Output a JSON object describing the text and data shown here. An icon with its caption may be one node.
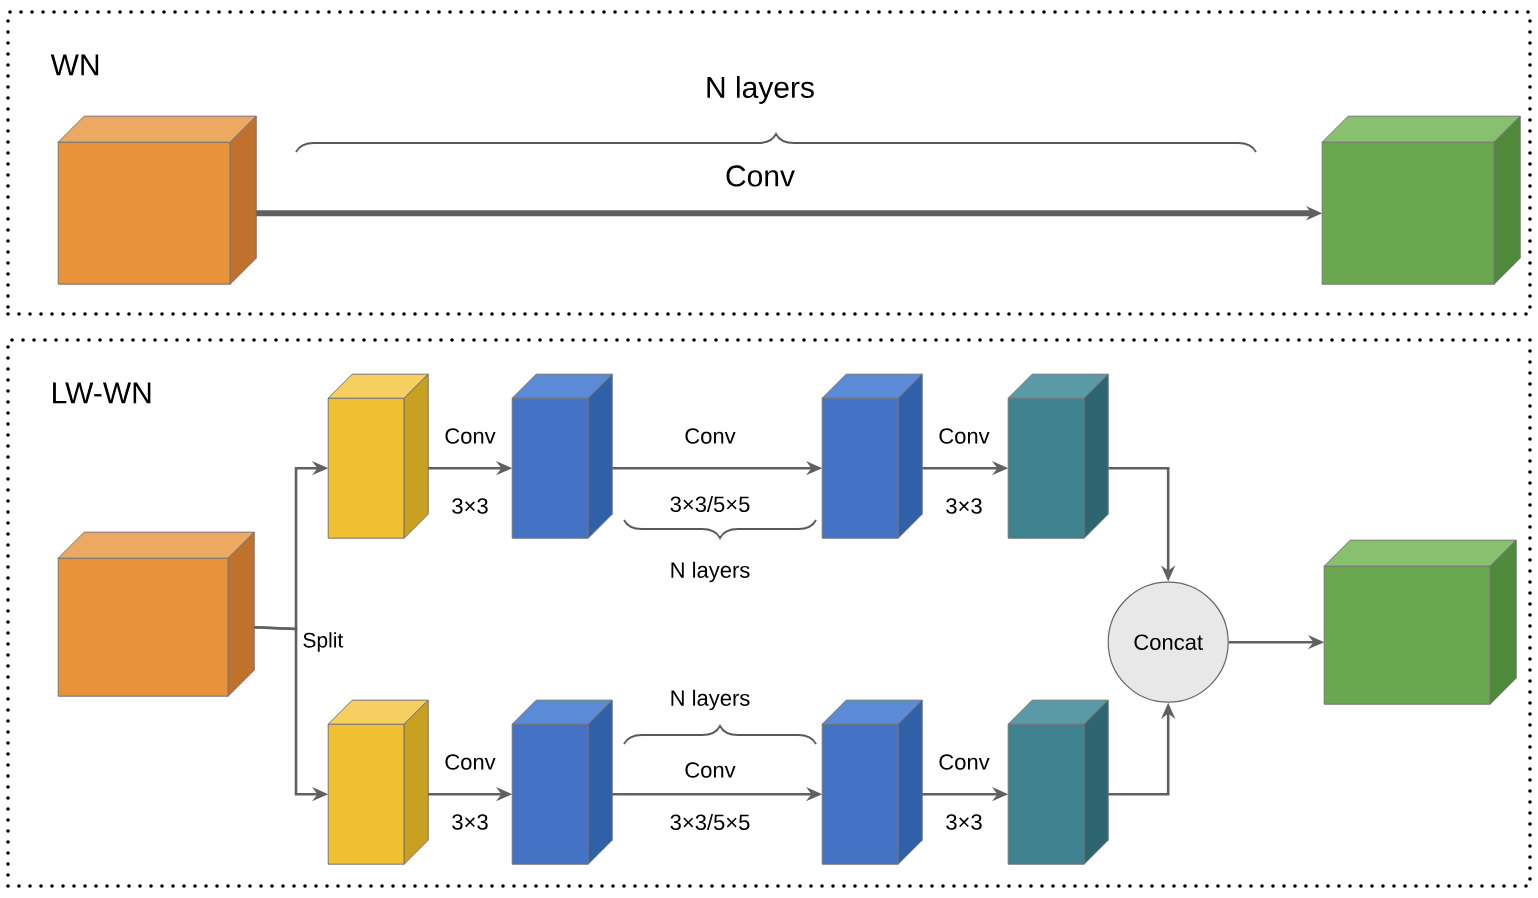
{
  "diagram": {
    "nodes": [
      {
        "text": [
          "WN"
        ]
      },
      {
        "text": [],
        "shape": "box",
        "in": 0
      },
      {
        "text": [],
        "shape": "box",
        "in": 0
      },
      {
        "text": [
          "LW-WN"
        ]
      },
      {
        "text": [],
        "shape": "box",
        "in": 3
      },
      {
        "text": [],
        "shape": "box",
        "in": 3
      },
      {
        "text": [],
        "shape": "box",
        "in": 3
      },
      {
        "text": [],
        "shape": "box",
        "in": 3
      },
      {
        "text": [],
        "shape": "box",
        "in": 3
      },
      {
        "text": [
          "Concat"
        ],
        "in": 3
      },
      {
        "text": [],
        "shape": "box",
        "in": 3
      },
      {
        "text": [],
        "shape": "box",
        "in": 3
      },
      {
        "text": [],
        "shape": "box",
        "in": 3
      },
      {
        "text": [],
        "shape": "box",
        "in": 3
      },
      {
        "text": [],
        "shape": "box",
        "in": 3
      }
    ],
    "edges": [
      {
        "from": 1,
        "to": 2,
        "arrow": "to",
        "label": "Conv",
        "style": "thick"
      },
      {
        "from": 4,
        "to": 5,
        "arrow": "to",
        "label": "Split"
      },
      {
        "from": 4,
        "to": 11,
        "arrow": "to"
      },
      {
        "from": 5,
        "to": 6,
        "arrow": "to",
        "label": "Conv"
      },
      {
        "from": 6,
        "to": 7,
        "arrow": "to",
        "label": "Conv"
      },
      {
        "from": 7,
        "to": 8,
        "arrow": "to",
        "label": "Conv"
      },
      {
        "from": 8,
        "to": 9,
        "arrow": "to"
      },
      {
        "from": 11,
        "to": 12,
        "arrow": "to",
        "label": "Conv"
      },
      {
        "from": 12,
        "to": 13,
        "arrow": "to",
        "label": "Conv"
      },
      {
        "from": 13,
        "to": 14,
        "arrow": "to",
        "label": "Conv"
      },
      {
        "from": 14,
        "to": 9,
        "arrow": "to"
      },
      {
        "from": 9,
        "to": 10,
        "arrow": "to"
      }
    ],
    "labels": [
      "N layers",
      "3×3",
      "3×3/5×5",
      "N layers",
      "3×3",
      "N layers",
      "3×3",
      "3×3/5×5",
      "3×3"
    ]
  }
}
